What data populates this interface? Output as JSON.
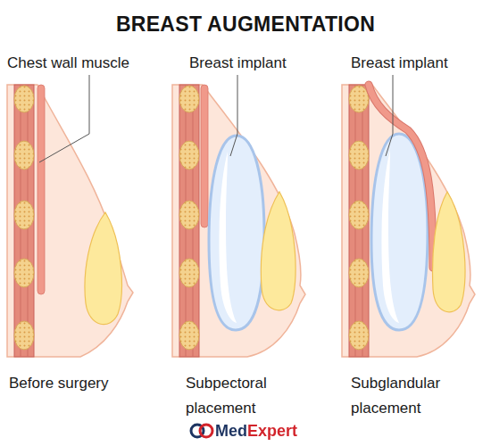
{
  "diagram": {
    "title": "BREAST AUGMENTATION",
    "labels": [
      "Chest wall muscle",
      "Breast implant",
      "Breast implant",
      "Before surgery",
      "Subpectoral placement",
      "Subglandular placement",
      "MedExpert"
    ]
  }
}
